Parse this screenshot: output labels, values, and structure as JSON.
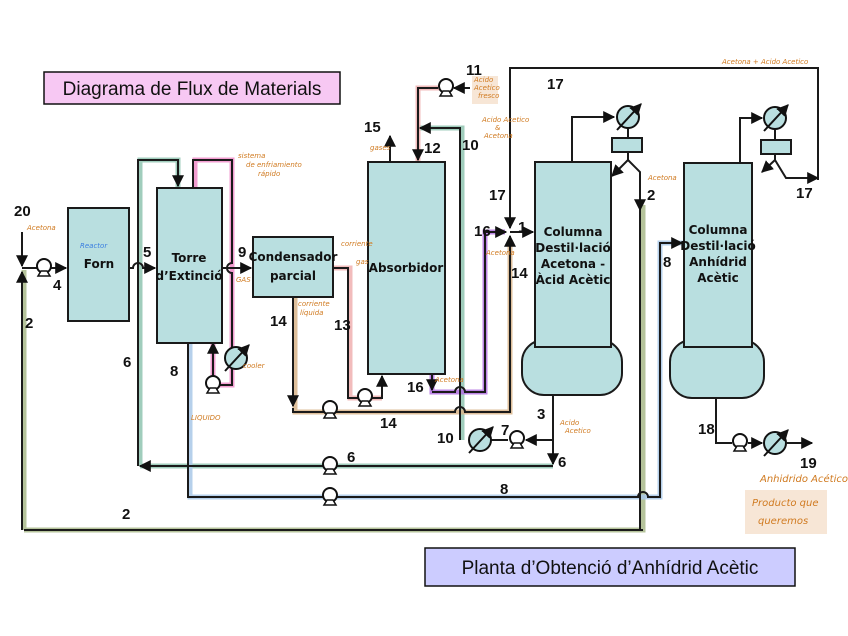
{
  "title": "Diagrama de Flux de Materials",
  "subtitle": "Planta d’Obtenció d’Anhídrid Acètic",
  "colors": {
    "title_bg": "#f7c8f3",
    "subtitle_bg": "#ccccff",
    "equipment_fill": "#b9dfe0",
    "annotation": "#d07a20"
  },
  "equipment": {
    "forn": "Forn",
    "torre": [
      "Torre",
      "d’Extinció"
    ],
    "condensador": [
      "Condensador",
      "parcial"
    ],
    "absorbidor": "Absorbidor",
    "col1": [
      "Columna",
      "Destil·lació",
      "Acetona -",
      "Àcid Acètic"
    ],
    "col2": [
      "Columna",
      "Destil·lació",
      "Anhídrid",
      "Acètic"
    ]
  },
  "stream_labels": [
    "20",
    "4",
    "2",
    "5",
    "6",
    "8",
    "9",
    "14",
    "13",
    "15",
    "12",
    "11",
    "10",
    "17",
    "17",
    "16",
    "1",
    "14",
    "2",
    "8",
    "17",
    "16",
    "14",
    "10",
    "7",
    "3",
    "6",
    "6",
    "8",
    "2",
    "18",
    "19"
  ],
  "annotations": {
    "reactor": "Reactor",
    "acetona_feed": "Acetona",
    "quench": [
      "sistema",
      "de enfriamiento",
      "rápido"
    ],
    "gas": "GAS",
    "cooler": "cooler",
    "liquido": "LIQUIDO",
    "corriente_gas": [
      "corriente",
      "gas"
    ],
    "corriente_liquida": [
      "corriente",
      "líquida"
    ],
    "gases": "gases",
    "acido_fresco": [
      "Acido",
      "Acetico",
      "fresco"
    ],
    "acido_acetona": [
      "Acido Acetico",
      "&",
      "Acetona"
    ],
    "acetona_16a": "Acetona",
    "acetona_16b": "Acetona",
    "top_line": "Acetona + Acido Acetico",
    "acetona_2": "Acetona",
    "acido_3": [
      "Acido",
      "Acetico"
    ],
    "anhidrido": "Anhidrido Acético",
    "producto": [
      "Producto que",
      "queremos"
    ]
  },
  "icons": [
    "pump-icon",
    "heat-exchanger-icon",
    "reflux-drum-icon"
  ]
}
